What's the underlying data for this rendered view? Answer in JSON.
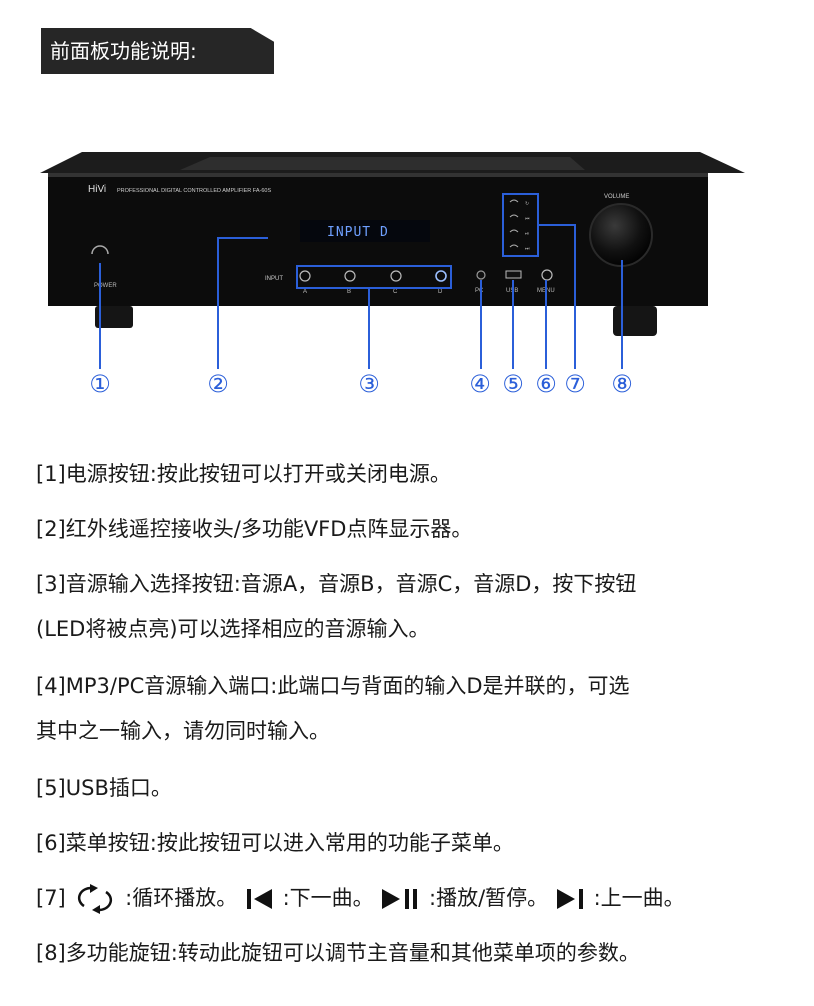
{
  "section_title": "前面板功能说明:",
  "panel": {
    "brand": "HiVi",
    "model_text": "PROFESSIONAL DIGITAL CONTROLLED AMPLIFIER FA-60S",
    "display_text": "INPUT D",
    "power_label": "POWER",
    "input_label": "INPUT",
    "input_buttons": [
      "A",
      "B",
      "C",
      "D"
    ],
    "pc_label": "PC",
    "usb_label": "USB",
    "menu_label": "MENU",
    "volume_label": "VOLUME"
  },
  "callouts": [
    "①",
    "②",
    "③",
    "④",
    "⑤",
    "⑥",
    "⑦",
    "⑧"
  ],
  "colors": {
    "callout_blue": "#2b5fd9",
    "panel_black": "#111111",
    "vfd_blue": "#6fa0ff",
    "tag_bg": "#262626"
  },
  "descriptions": {
    "d1": "[1]电源按钮:按此按钮可以打开或关闭电源。",
    "d2": "[2]红外线遥控接收头/多功能VFD点阵显示器。",
    "d3_line1": "[3]音源输入选择按钮:音源A，音源B，音源C，音源D，按下按钮",
    "d3_line2": "(LED将被点亮)可以选择相应的音源输入。",
    "d4_line1": "[4]MP3/PC音源输入端口:此端口与背面的输入D是并联的，可选",
    "d4_line2": "其中之一输入，请勿同时输入。",
    "d5": "[5]USB插口。",
    "d6": "[6]菜单按钮:按此按钮可以进入常用的功能子菜单。",
    "d7": {
      "prefix": "[7]",
      "repeat_text": ":循环播放。",
      "prev_text": ":下一曲。",
      "play_text": ":播放/暂停。",
      "next_text": ":上一曲。"
    },
    "d8": "[8]多功能旋钮:转动此旋钮可以调节主音量和其他菜单项的参数。"
  }
}
